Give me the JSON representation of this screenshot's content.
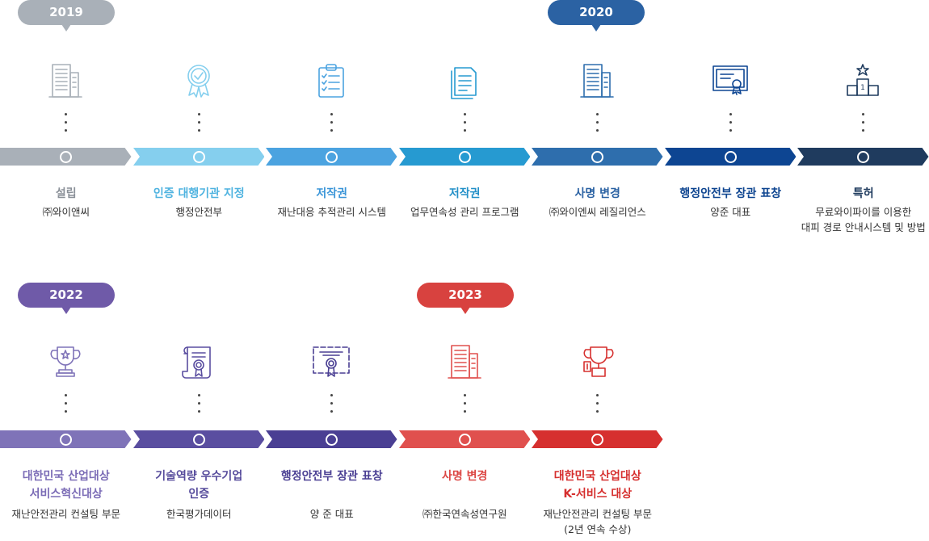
{
  "years": [
    {
      "label": "2019",
      "color": "#a9b0b8"
    },
    {
      "label": "2020",
      "color": "#2b62a3"
    },
    {
      "label": "2022",
      "color": "#6f5aa8"
    },
    {
      "label": "2023",
      "color": "#d8423f"
    }
  ],
  "row1": [
    {
      "title": "설립",
      "sub": "㈜와이앤씨",
      "color": "#a9b0b8",
      "icon": "office-building-icon",
      "title_color": "#8a9098"
    },
    {
      "title": "인증 대행기관 지정",
      "sub": "행정안전부",
      "color": "#85cfee",
      "icon": "certification-badge-icon",
      "title_color": "#4fb3e0"
    },
    {
      "title": "저작권",
      "sub": "재난대응 추적관리 시스템",
      "color": "#4ba3e0",
      "icon": "clipboard-checklist-icon",
      "title_color": "#3a95d8"
    },
    {
      "title": "저작권",
      "sub": "업무연속성 관리 프로그램",
      "color": "#269ad1",
      "icon": "document-icon",
      "title_color": "#2390c8"
    },
    {
      "title": "사명 변경",
      "sub": "㈜와이엔씨 레질리언스",
      "color": "#2e6ead",
      "icon": "office-building-icon",
      "title_color": "#2b62a3"
    },
    {
      "title": "행정안전부 장관 표창",
      "sub": "양준 대표",
      "color": "#0d4592",
      "icon": "certificate-icon",
      "title_color": "#0e4590"
    },
    {
      "title": "특허",
      "sub": "무료와이파이를 이용한\n대피 경로 안내시스템 및 방법",
      "color": "#1f3b5e",
      "icon": "podium-icon",
      "title_color": "#1f3b5e"
    }
  ],
  "row2": [
    {
      "title": "대한민국 산업대상\n서비스혁신대상",
      "sub": "재난안전관리 컨설팅 부문",
      "color": "#7f73b8",
      "icon": "trophy-icon",
      "title_color": "#7b6cb6"
    },
    {
      "title": "기술역량 우수기업\n인증",
      "sub": "한국평가데이터",
      "color": "#5a4ea0",
      "icon": "scroll-certificate-icon",
      "title_color": "#574c9c"
    },
    {
      "title": "행정안전부 장관 표창",
      "sub": "양 준 대표",
      "color": "#4a3f93",
      "icon": "award-certificate-icon",
      "title_color": "#4a3f93"
    },
    {
      "title": "사명 변경",
      "sub": "㈜한국연속성연구원",
      "color": "#e0504e",
      "icon": "office-building-icon",
      "title_color": "#dc4744"
    },
    {
      "title": "대한민국 산업대상\nK-서비스 대상",
      "sub": "재난안전관리 컨설팅 부문\n(2년 연속 수상)",
      "color": "#d6302f",
      "icon": "trophy-cup-icon",
      "title_color": "#d6302f"
    }
  ]
}
